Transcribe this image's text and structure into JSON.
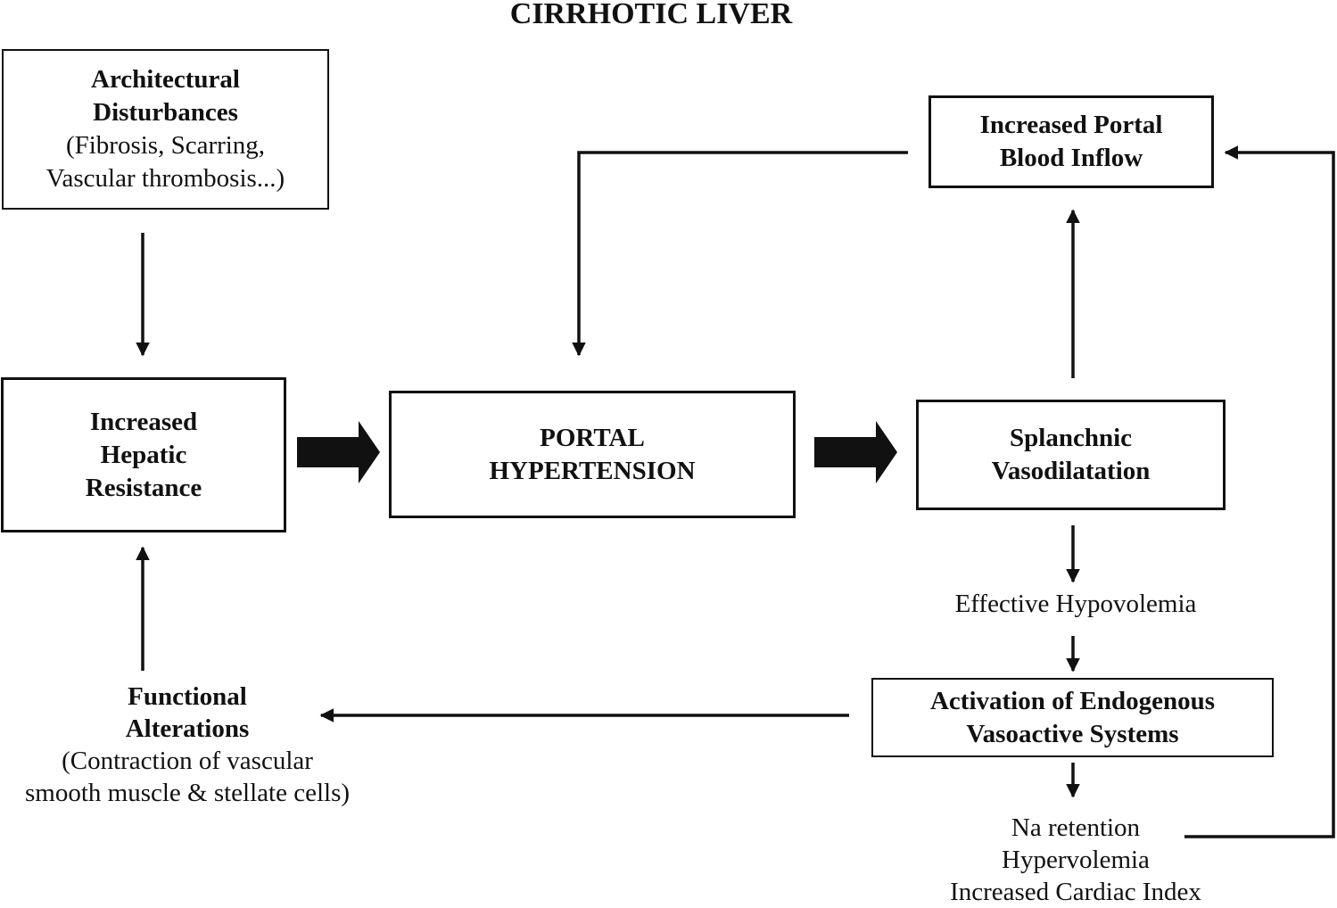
{
  "title": "CIRRHOTIC LIVER",
  "nodes": {
    "architectural": {
      "bold": [
        "Architectural",
        "Disturbances"
      ],
      "normal": [
        "(Fibrosis, Scarring,",
        "Vascular thrombosis...)"
      ]
    },
    "hepatic_resistance": {
      "bold": [
        "Increased",
        "Hepatic",
        "Resistance"
      ]
    },
    "portal_hypertension": {
      "bold": [
        "PORTAL",
        "HYPERTENSION"
      ]
    },
    "splanchnic": {
      "bold": [
        "Splanchnic",
        "Vasodilatation"
      ]
    },
    "portal_inflow": {
      "bold": [
        "Increased Portal",
        "Blood Inflow"
      ]
    },
    "hypovolemia": {
      "normal": [
        "Effective Hypovolemia"
      ]
    },
    "activation": {
      "bold": [
        "Activation of Endogenous",
        "Vasoactive Systems"
      ]
    },
    "retention": {
      "normal": [
        "Na retention",
        "Hypervolemia",
        "Increased Cardiac Index"
      ]
    },
    "functional": {
      "bold": [
        "Functional",
        "Alterations"
      ],
      "normal": [
        "(Contraction of vascular",
        "smooth muscle & stellate cells)"
      ]
    }
  }
}
